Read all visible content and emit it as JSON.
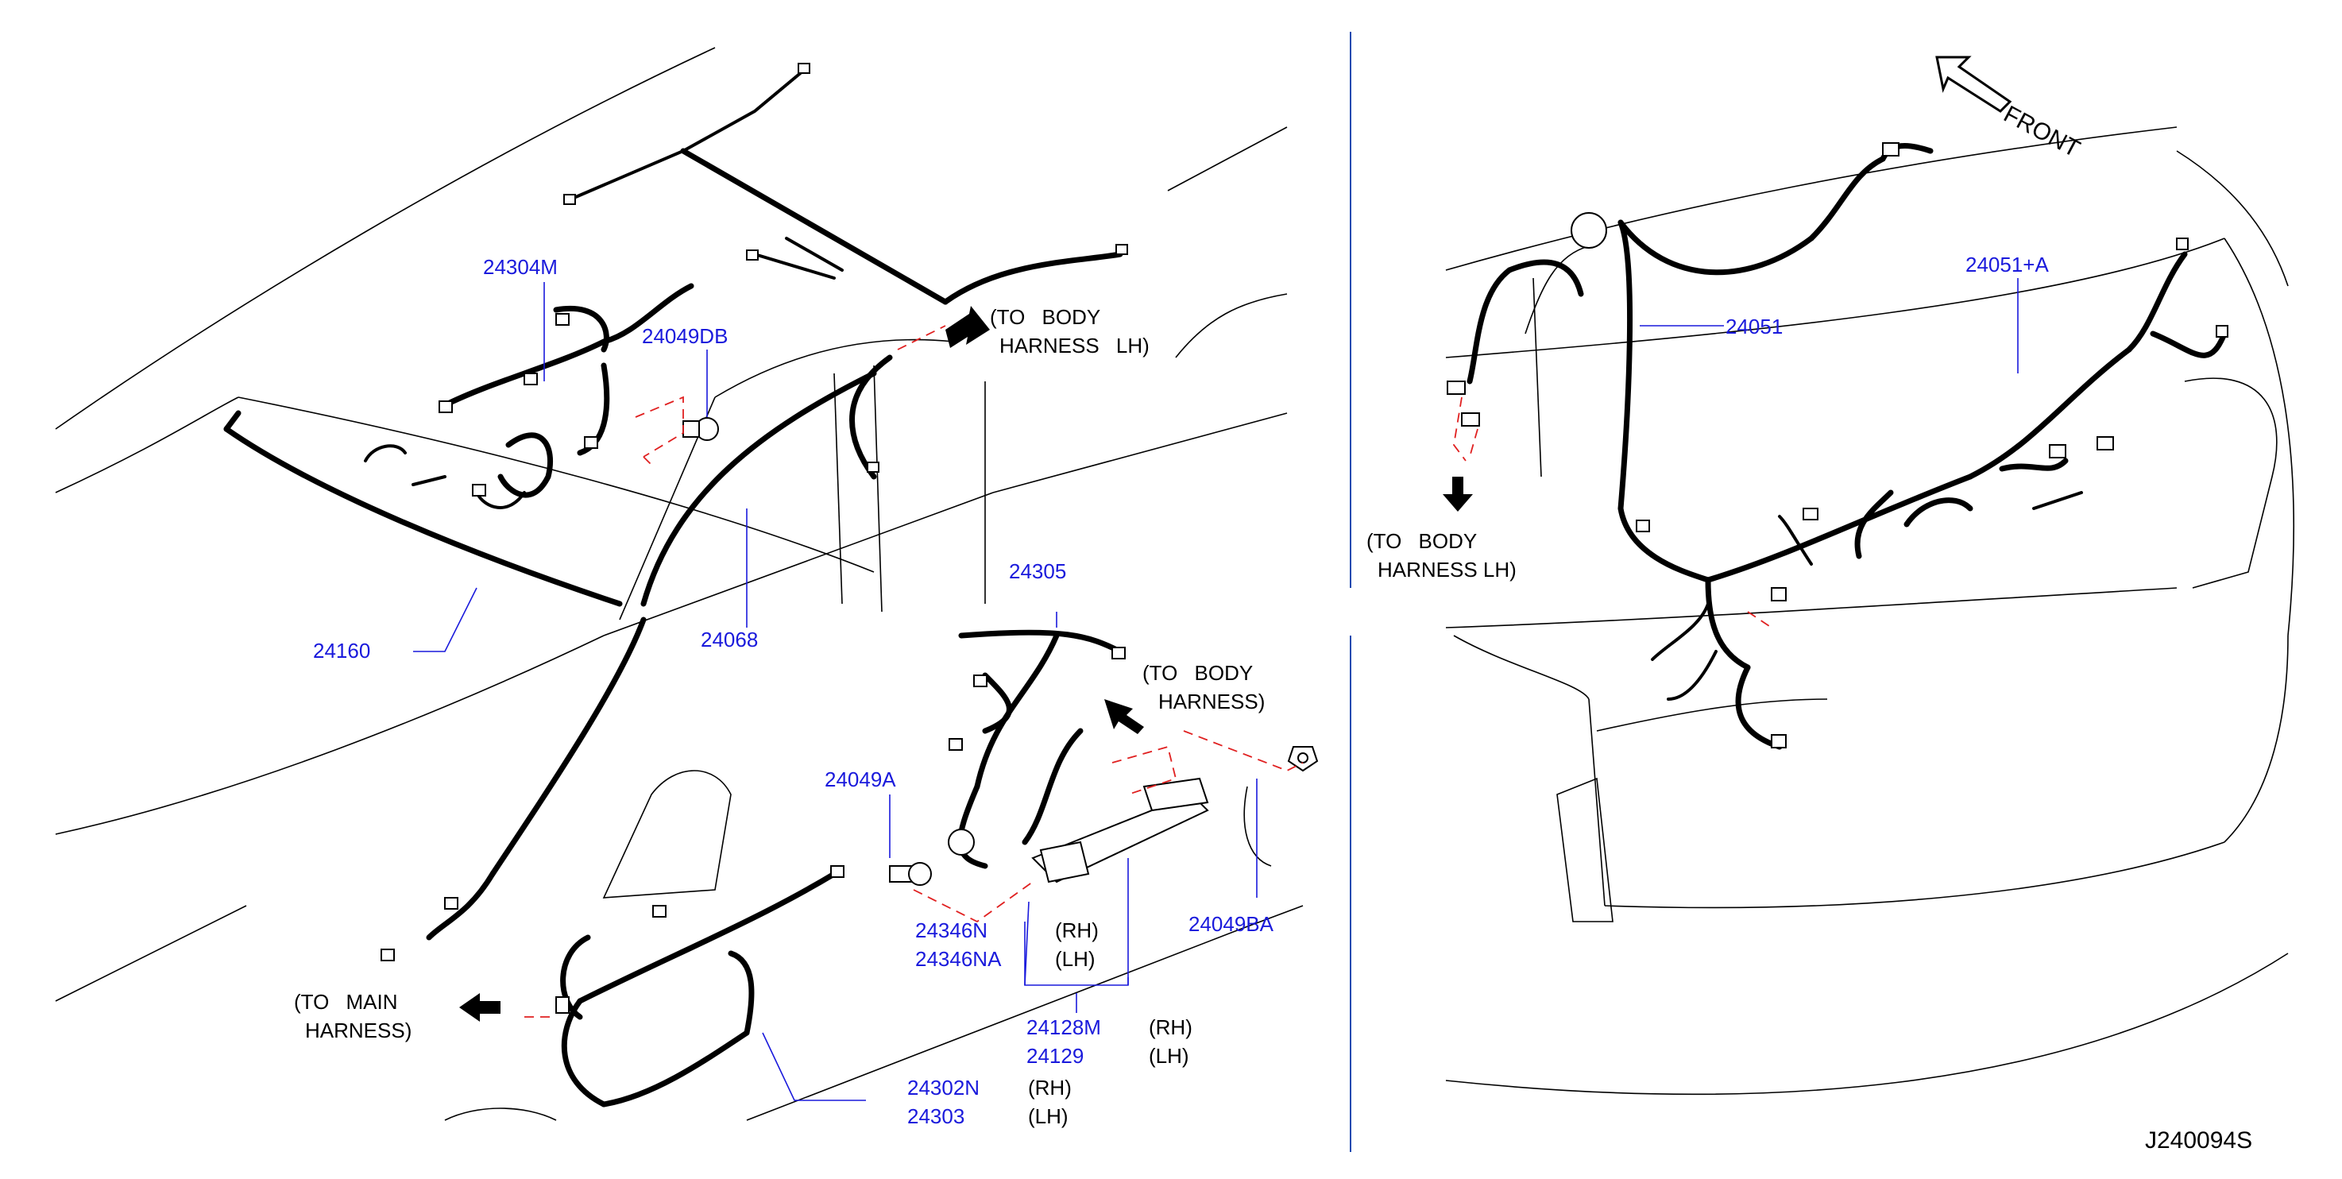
{
  "callouts": {
    "p24304M": "24304M",
    "p24049DB": "24049DB",
    "p24160": "24160",
    "p24068": "24068",
    "p24305": "24305",
    "p24049A": "24049A",
    "p24346N": "24346N",
    "p24346NA": "24346NA",
    "p24128M": "24128M",
    "p24129": "24129",
    "p24302N": "24302N",
    "p24303": "24303",
    "p24049BA": "24049BA",
    "p24051": "24051",
    "p24051A": "24051+A"
  },
  "notes": {
    "to_body_lh_1": "(TO BODY",
    "to_body_lh_2": "HARNESS LH)",
    "to_body_1": "(TO BODY",
    "to_body_2": "HARNESS)",
    "to_main_1": "(TO MAIN",
    "to_main_2": "HARNESS)",
    "to_body_lh_right_1": "(TO BODY",
    "to_body_lh_right_2": "HARNESS LH)",
    "rh_1": "(RH)",
    "lh_1": "(LH)",
    "rh_2": "(RH)",
    "lh_2": "(LH)",
    "rh_3": "(RH)",
    "lh_3": "(LH)",
    "front": "FRONT"
  },
  "diagram_id": "J240094S",
  "colors": {
    "part_number": "#1a1adc",
    "phantom_line": "#e02020",
    "divider": "#1a4ab0",
    "line": "#000000"
  }
}
